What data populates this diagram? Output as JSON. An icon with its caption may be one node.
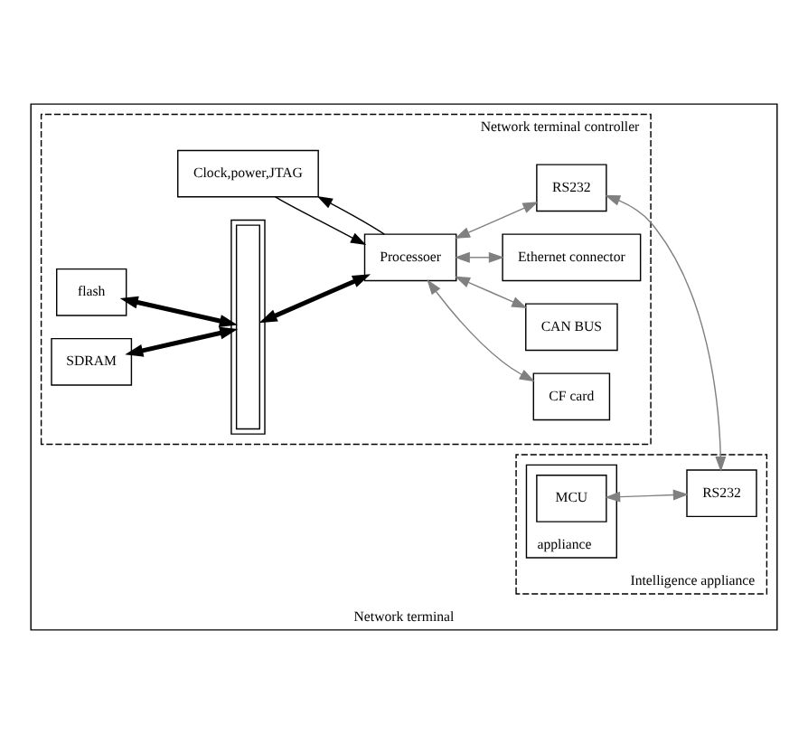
{
  "diagram": {
    "nodes": [
      {
        "text": [
          "Network terminal"
        ]
      },
      {
        "text": [
          "Network terminal controller"
        ],
        "in": 0
      },
      {
        "text": [
          "Clock,power,JTAG"
        ],
        "in": 1
      },
      {
        "text": [
          "flash"
        ],
        "in": 1
      },
      {
        "text": [
          "SDRAM"
        ],
        "in": 1
      },
      {
        "text": [],
        "shape": "bar",
        "in": 1
      },
      {
        "text": [
          "Processoer"
        ],
        "in": 1
      },
      {
        "text": [
          "CF card"
        ],
        "in": 1
      },
      {
        "text": [
          "CAN BUS"
        ],
        "in": 1
      },
      {
        "text": [
          "Ethernet connector"
        ],
        "in": 1
      },
      {
        "text": [
          "RS232"
        ],
        "in": 1
      },
      {
        "text": [
          "Intelligence appliance"
        ],
        "in": 0
      },
      {
        "text": [
          "appliance"
        ],
        "in": 11
      },
      {
        "text": [
          "MCU"
        ],
        "in": 12
      },
      {
        "text": [
          "RS232"
        ],
        "in": 11
      }
    ],
    "edges": [
      {
        "from": 3,
        "to": 5,
        "arrow": "both",
        "style": "thick",
        "color": "#000000"
      },
      {
        "from": 4,
        "to": 5,
        "arrow": "both",
        "style": "thick",
        "color": "#000000"
      },
      {
        "from": 5,
        "to": 6,
        "arrow": "both",
        "style": "thick",
        "color": "#000000"
      },
      {
        "from": 6,
        "to": 2,
        "arrow": "to",
        "color": "#000000"
      },
      {
        "from": 2,
        "to": 6,
        "arrow": "to",
        "color": "#000000"
      },
      {
        "from": 6,
        "to": 7,
        "arrow": "both"
      },
      {
        "from": 6,
        "to": 8,
        "arrow": "both"
      },
      {
        "from": 6,
        "to": 9,
        "arrow": "both"
      },
      {
        "from": 6,
        "to": 10,
        "arrow": "both"
      },
      {
        "from": 10,
        "to": 14,
        "arrow": "both"
      },
      {
        "from": 13,
        "to": 14,
        "arrow": "both"
      }
    ]
  }
}
